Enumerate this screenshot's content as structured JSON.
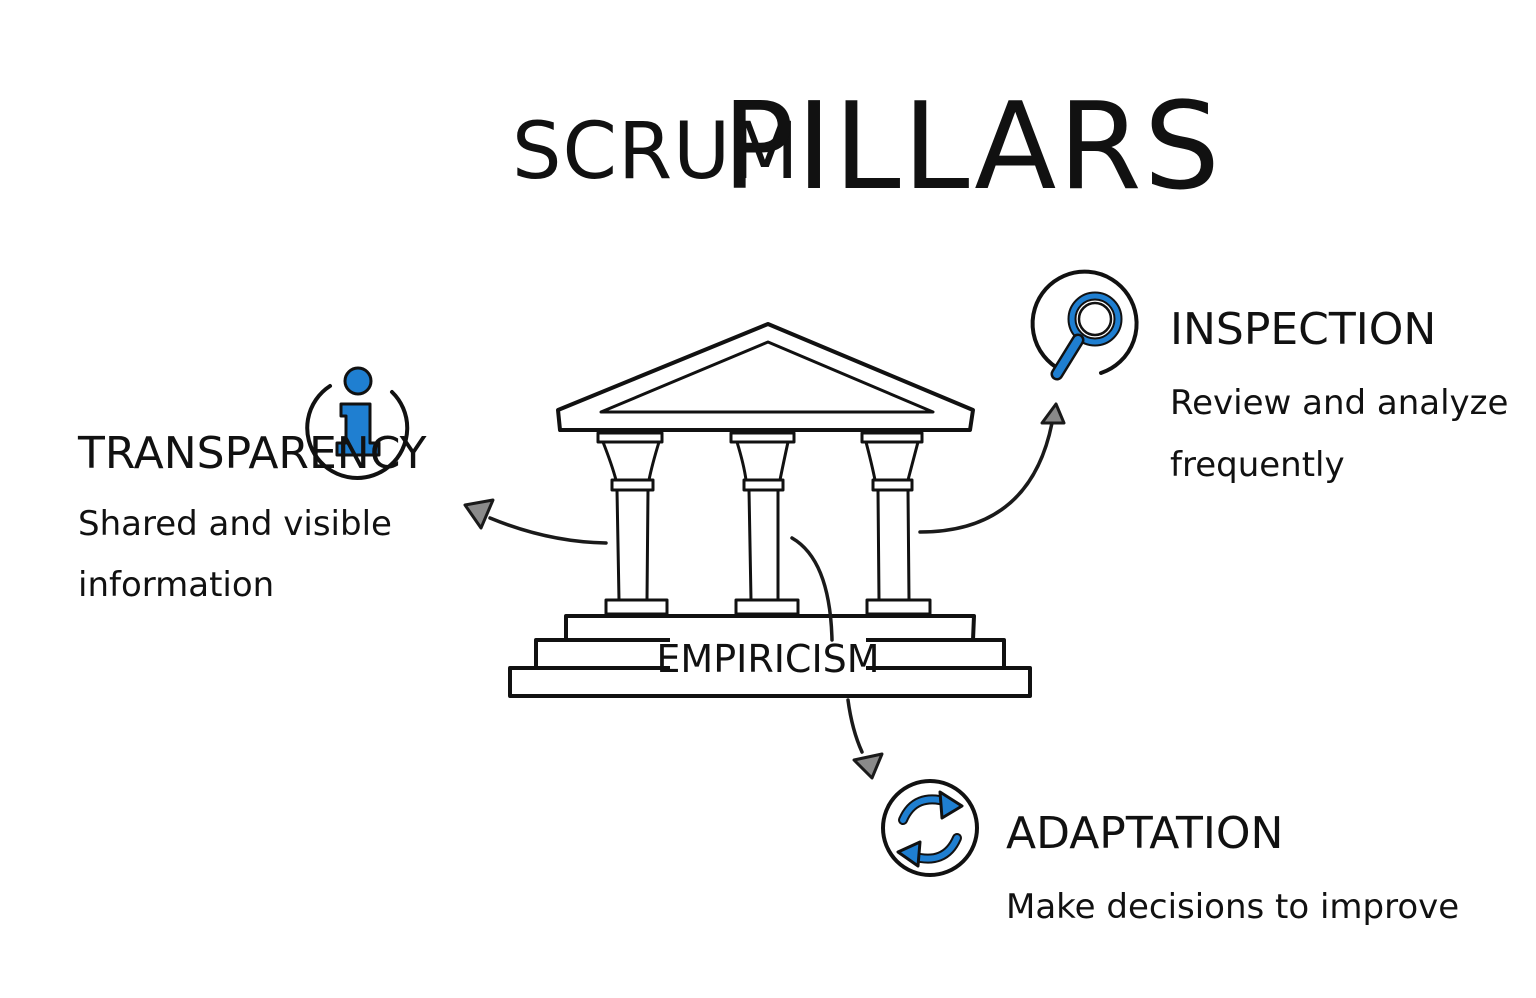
{
  "title": {
    "prefix": "SCRUM",
    "main": "PILLARS"
  },
  "center": {
    "label": "EMPIRICISM"
  },
  "pillars": [
    {
      "key": "transparency",
      "heading": "TRANSPARENCY",
      "line1": "Shared and visible",
      "line2": "information",
      "icon": "info-icon"
    },
    {
      "key": "inspection",
      "heading": "INSPECTION",
      "line1": "Review and analyze",
      "line2": "frequently",
      "icon": "magnifier-icon"
    },
    {
      "key": "adaptation",
      "heading": "ADAPTATION",
      "line1": "Make decisions to improve",
      "icon": "refresh-icon"
    }
  ],
  "colors": {
    "accent": "#1f7fd1",
    "ink": "#111111",
    "arrow_head": "#8a8a8a",
    "background": "#ffffff"
  }
}
